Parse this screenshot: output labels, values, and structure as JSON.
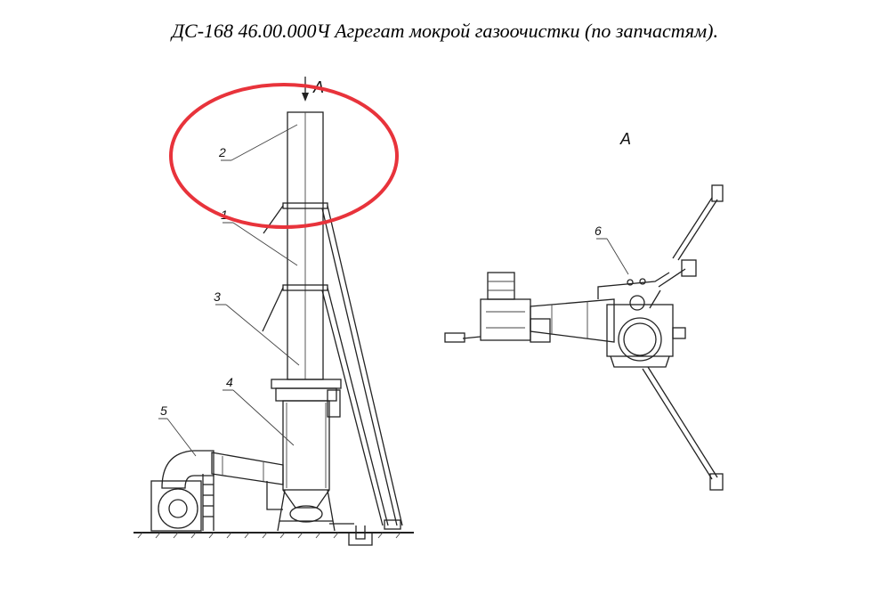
{
  "title": "ДС-168 46.00.000Ч Агрегат мокрой газоочистки (по запчастям).",
  "view_label": "A",
  "view_arrow_label": "A",
  "callouts": {
    "c1": "1",
    "c2": "2",
    "c3": "3",
    "c4": "4",
    "c5": "5",
    "c6": "6"
  },
  "colors": {
    "highlight": "#e8333b",
    "line": "#222222"
  }
}
